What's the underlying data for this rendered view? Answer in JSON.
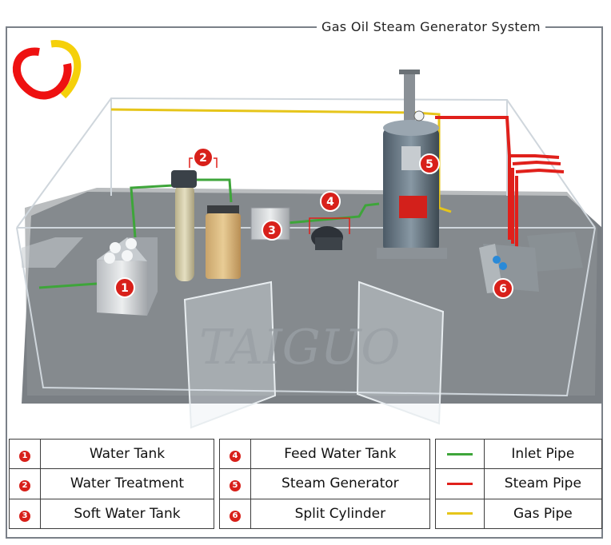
{
  "header": {
    "title": "Gas Oil Steam Generator System"
  },
  "watermark": {
    "text": "TAIGUO"
  },
  "colors": {
    "inlet_pipe": "#3ea53a",
    "steam_pipe": "#e0201b",
    "gas_pipe": "#e6c51a",
    "badge": "#d8201a",
    "floor": "#6e7276"
  },
  "callouts": [
    "1",
    "2",
    "3",
    "4",
    "5",
    "6"
  ],
  "legend": {
    "components": [
      {
        "num": "1",
        "label": "Water Tank"
      },
      {
        "num": "2",
        "label": "Water Treatment"
      },
      {
        "num": "3",
        "label": "Soft Water Tank"
      },
      {
        "num": "4",
        "label": "Feed Water Tank"
      },
      {
        "num": "5",
        "label": "Steam Generator"
      },
      {
        "num": "6",
        "label": "Split Cylinder"
      }
    ],
    "pipes": [
      {
        "label": "Inlet Pipe",
        "color": "#3ea53a"
      },
      {
        "label": "Steam Pipe",
        "color": "#e0201b"
      },
      {
        "label": "Gas Pipe",
        "color": "#e6c51a"
      }
    ]
  }
}
